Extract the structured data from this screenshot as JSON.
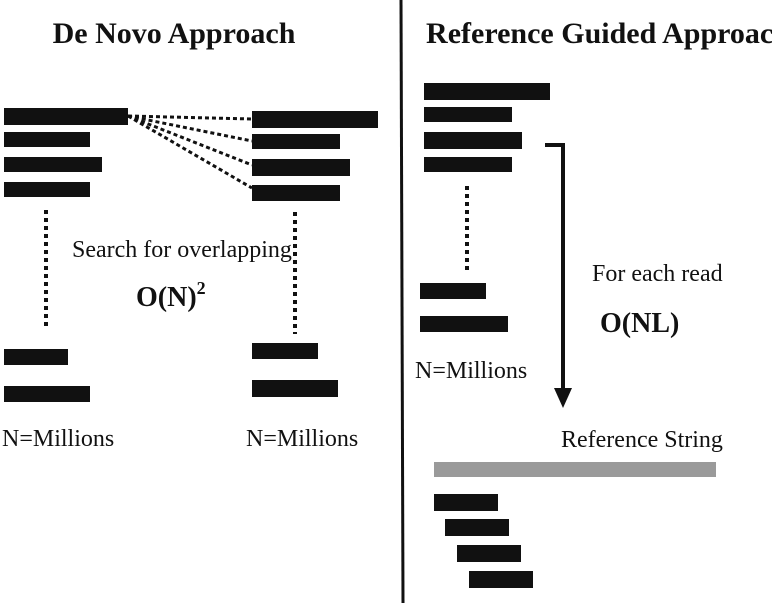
{
  "diagram": {
    "left_panel": {
      "title": "De Novo Approach",
      "search_label": "Search for overlapping",
      "complexity_main": "O(N)",
      "complexity_exp": "2",
      "n_label_left": "N=Millions",
      "n_label_right": "N=Millions"
    },
    "right_panel": {
      "title": "Reference Guided Approach",
      "per_read_label": "For each read",
      "complexity": "O(NL)",
      "n_label": "N=Millions",
      "reference_label": "Reference String"
    },
    "colors": {
      "read": "#111111",
      "reference": "#9a9a9a",
      "divider": "#111111",
      "background": "#ffffff"
    }
  }
}
